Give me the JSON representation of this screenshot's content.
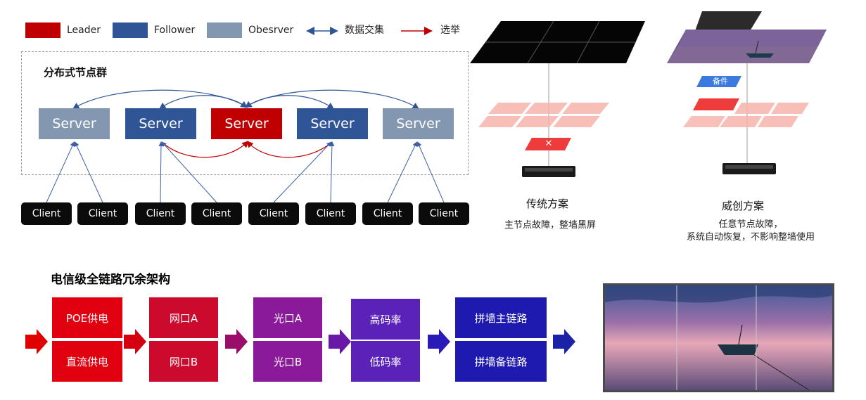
{
  "legend": {
    "leader": "Leader",
    "follower": "Follower",
    "observer": "Obesrver",
    "data_exchange": "数据交集",
    "election": "选举"
  },
  "cluster": {
    "title": "分布式节点群",
    "servers": [
      "Server",
      "Server",
      "Server",
      "Server",
      "Server"
    ],
    "clients": [
      "Client",
      "Client",
      "Client",
      "Client",
      "Client",
      "Client",
      "Client",
      "Client"
    ]
  },
  "traditional": {
    "title": "传统方案",
    "desc": "主节点故障，整墙黑屏",
    "fail_mark": "✕"
  },
  "weichuang": {
    "title": "威创方案",
    "desc_line1": "任意节点故障，",
    "desc_line2": "系统自动恢复，不影响整墙使用",
    "backup_label": "备件"
  },
  "redundancy": {
    "title": "电信级全链路冗余架构",
    "groups": [
      {
        "top": "POE供电",
        "bottom": "直流供电"
      },
      {
        "top": "网口A",
        "bottom": "网口B"
      },
      {
        "top": "光口A",
        "bottom": "光口B"
      },
      {
        "top": "高码率",
        "bottom": "低码率"
      },
      {
        "top": "拼墙主链路",
        "bottom": "拼墙备链路"
      }
    ]
  },
  "colors": {
    "leader": "#c00000",
    "follower": "#2f5597",
    "observer": "#8497b0"
  }
}
